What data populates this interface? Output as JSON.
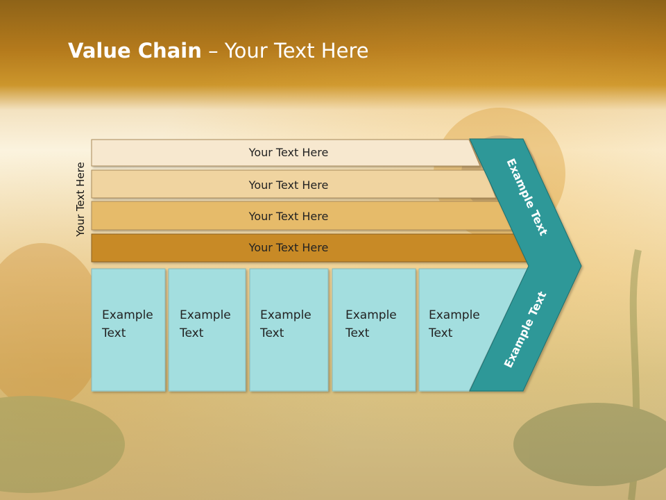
{
  "header": {
    "title_bold": "Value Chain",
    "title_rest": " – Your Text Here"
  },
  "side_label": "Your Text Here",
  "bars": [
    {
      "label": "Your Text Here",
      "color": "#F7E8CF"
    },
    {
      "label": "Your Text Here",
      "color": "#F0D4A0"
    },
    {
      "label": "Your Text Here",
      "color": "#E6BB6A"
    },
    {
      "label": "Your Text Here",
      "color": "#C88A28"
    }
  ],
  "boxes": [
    {
      "line1": "Example",
      "line2": "Text"
    },
    {
      "line1": "Example",
      "line2": "Text"
    },
    {
      "line1": "Example",
      "line2": "Text"
    },
    {
      "line1": "Example",
      "line2": "Text"
    },
    {
      "line1": "Example",
      "line2": "Text"
    }
  ],
  "arrow": {
    "upper_label": "Example Text",
    "lower_label": "Example Text",
    "color": "#2E9898"
  },
  "colors": {
    "header": "#B97A16",
    "box_fill": "#A3DEDF"
  }
}
